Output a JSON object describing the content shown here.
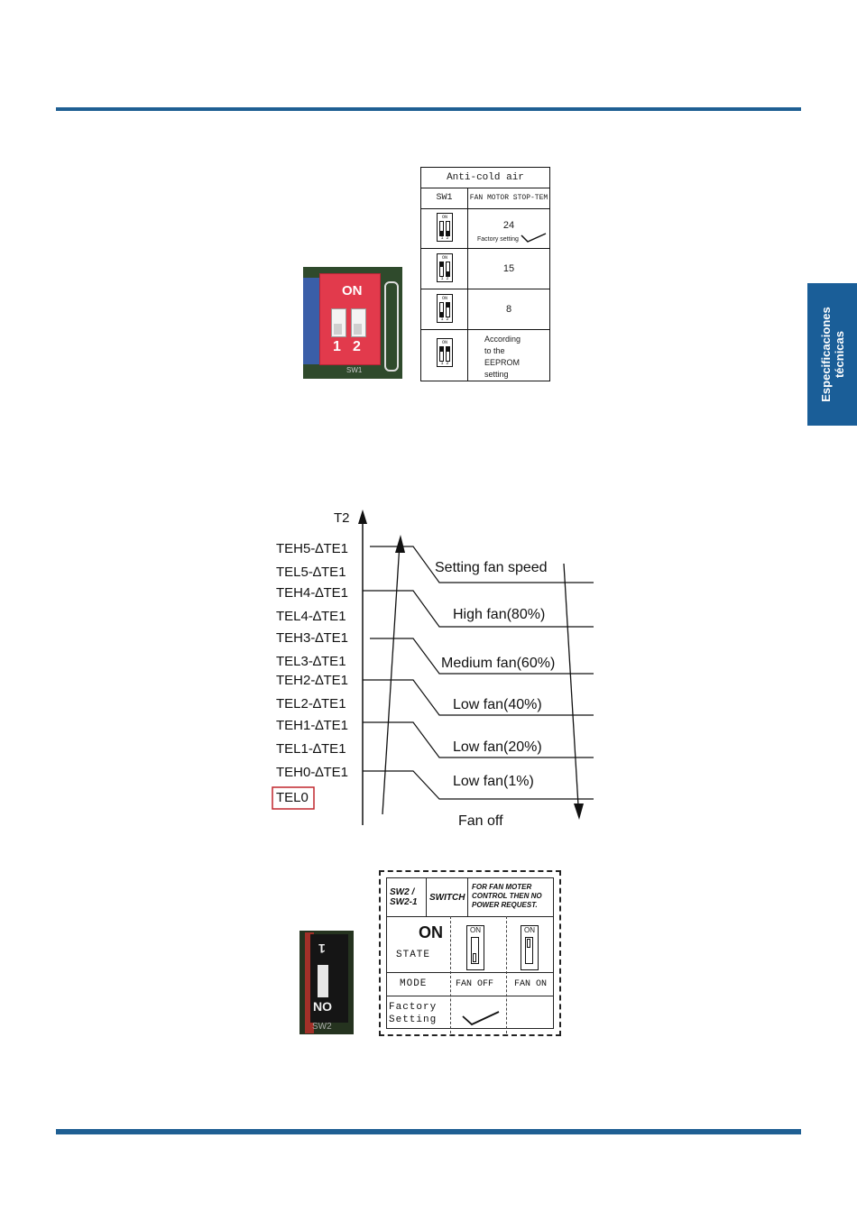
{
  "side_tab": {
    "line1": "Especificaciones",
    "line2": "técnicas"
  },
  "dip_photo_1": {
    "on_label": "ON",
    "num1": "1",
    "num2": "2",
    "board_label": "SW1"
  },
  "anti_cold_table": {
    "title": "Anti-cold air",
    "col1_header": "SW1",
    "col2_header": "FAN MOTOR STOP-TEM",
    "switch_on": "ON",
    "switch_nums": "1 2",
    "rows": [
      {
        "value": "24",
        "note": "Factory setting"
      },
      {
        "value": "15"
      },
      {
        "value": "8"
      },
      {
        "value": "According to the EEPROM setting",
        "lines": [
          "According",
          "to the",
          "EEPROM",
          "setting"
        ]
      }
    ]
  },
  "chart_data": {
    "type": "line",
    "y_axis_label": "T2",
    "y_levels": [
      "TEH5-∆TE1",
      "TEL5-∆TE1",
      "TEH4-∆TE1",
      "TEL4-∆TE1",
      "TEH3-∆TE1",
      "TEL3-∆TE1",
      "TEH2-∆TE1",
      "TEL2-∆TE1",
      "TEH1-∆TE1",
      "TEL1-∆TE1",
      "TEH0-∆TE1",
      "TEL0"
    ],
    "highlighted_level": "TEL0",
    "zones": [
      "Setting fan speed",
      "High fan(80%)",
      "Medium fan(60%)",
      "Low fan(40%)",
      "Low fan(20%)",
      "Low fan(1%)",
      "Fan off"
    ],
    "arrows": [
      "rising",
      "falling"
    ]
  },
  "sw2_table": {
    "header": [
      "SW2 / SW2-1",
      "SWITCH",
      "FOR FAN MOTER CONTROL THEN NO POWER REQUEST."
    ],
    "header_col1_lines": [
      "SW2 /",
      "SW2-1"
    ],
    "header_col3_lines": [
      "FOR FAN MOTER",
      "CONTROL THEN NO",
      "POWER REQUEST."
    ],
    "state_on": "ON",
    "state_label": "STATE",
    "switch_on": "ON",
    "mode_label": "MODE",
    "mode_off": "FAN OFF",
    "mode_on": "FAN ON",
    "factory_lines": [
      "Factory",
      "Setting"
    ]
  },
  "dip_photo_2": {
    "number": "1",
    "on_label": "NO",
    "board_label": "SW2"
  }
}
